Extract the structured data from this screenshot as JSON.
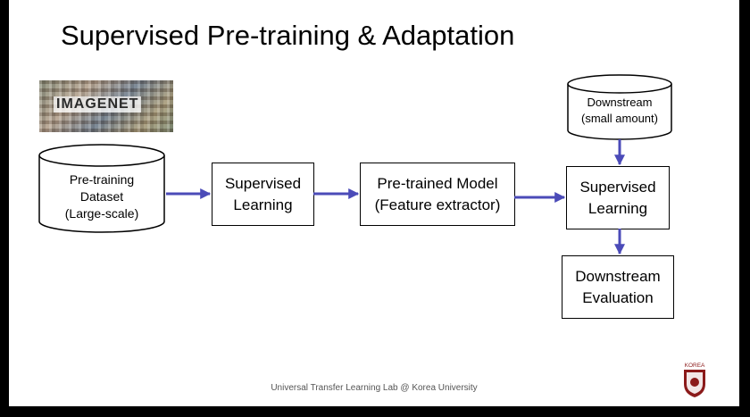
{
  "slide": {
    "title": "Supervised Pre-training & Adaptation",
    "footer": "Universal Transfer Learning Lab @ Korea University"
  },
  "imagenet": {
    "logo_text": "IMAGENET"
  },
  "nodes": {
    "pretraining_dataset": {
      "line1": "Pre-training",
      "line2": "Dataset",
      "line3": "(Large-scale)"
    },
    "supervised_learning_1": {
      "line1": "Supervised",
      "line2": "Learning"
    },
    "pretrained_model": {
      "line1": "Pre-trained Model",
      "line2": "(Feature extractor)"
    },
    "downstream_data": {
      "line1": "Downstream",
      "line2": "(small amount)"
    },
    "supervised_learning_2": {
      "line1": "Supervised",
      "line2": "Learning"
    },
    "downstream_evaluation": {
      "line1": "Downstream",
      "line2": "Evaluation"
    }
  },
  "logo": {
    "text": "KOREA"
  },
  "colors": {
    "arrow": "#4b4bb8",
    "background": "#ffffff",
    "frame": "#000000"
  }
}
